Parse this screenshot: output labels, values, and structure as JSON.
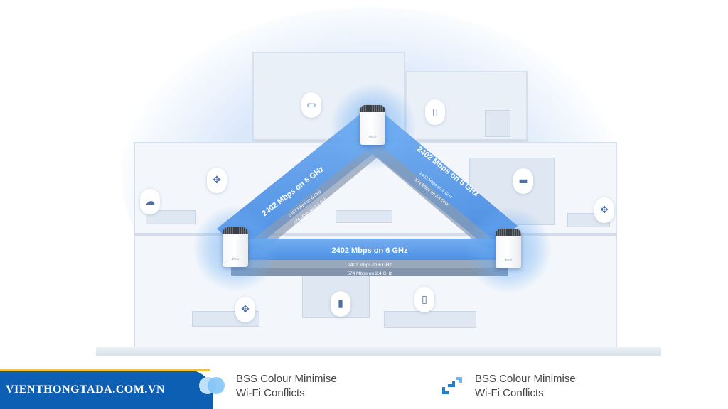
{
  "links": {
    "left_main": "2402 Mbps on 6 GHz",
    "left_sub1": "2402 Mbps on 6 GHz",
    "left_sub2": "574 Mbps on 2.4 GHz",
    "right_main": "2402 Mbps on 6 GHz",
    "right_sub1": "2402 Mbps on 6 GHz",
    "right_sub2": "574 Mbps on 2.4 GHz",
    "bottom_main": "2402 Mbps on 6 GHz",
    "bottom_sub1": "2402 Mbps on 6 GHz",
    "bottom_sub2": "574 Mbps on 2.4 GHz"
  },
  "routers": {
    "logo": "deco"
  },
  "footer": {
    "brand": "VIENTHONGTADA.COM.VN",
    "feature1_line1": "BSS Colour Minimise",
    "feature1_line2": "Wi-Fi Conflicts",
    "feature2_line1": "BSS Colour Minimise",
    "feature2_line2": "Wi-Fi Conflicts"
  },
  "colors": {
    "band": "#4a8fe6",
    "brand_bar": "#0d5fb3",
    "accent_yellow": "#f1c33a",
    "icon_blue": "#1e7fd6"
  },
  "icons": [
    "gamepad-icon",
    "monitor-icon",
    "phone-icon",
    "tablet-icon",
    "cloud-icon",
    "tv-icon"
  ]
}
